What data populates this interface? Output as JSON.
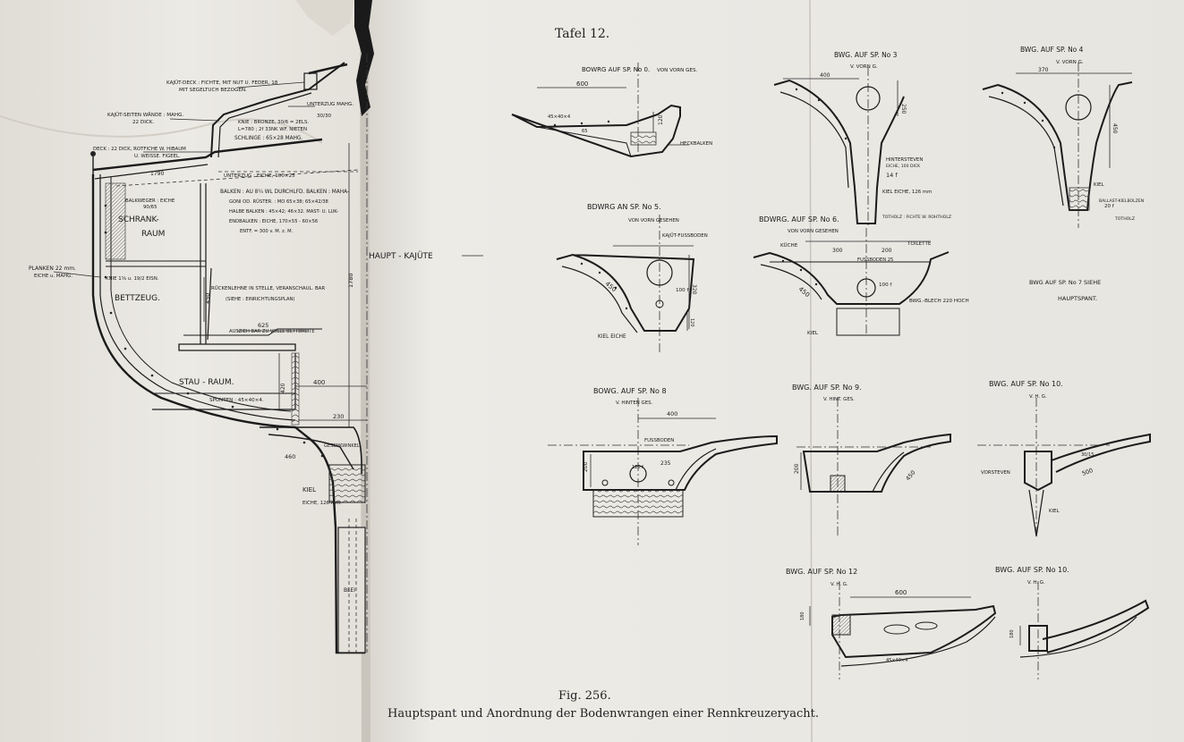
{
  "plate_title": "Tafel 12.",
  "figure": {
    "number": "Fig. 256.",
    "caption": "Hauptspant und Anordnung der Bodenwrangen einer Rennkreuzeryacht."
  },
  "main_section": {
    "labels": {
      "kajuet_deck": "KAJÜT-DECK : FICHTE, MIT NUT U. FEDER, 18",
      "kajuet_deck2": "MIT SEGELTUCH BEZOGEN.",
      "kajuet_seitenwaende": "KAJÜT-SEITEN WÄNDE : MAHG.",
      "kajuet_seitenwaende2": "22 DICK.",
      "unterzug_mahg": "UNTERZUG MAHG.",
      "unterzug_mahg2": "30/30",
      "knie": "KNIE : BRONZE, 30/6 = 2ELS.",
      "knie2": "L=780 ; 2f 33NK WF. NIETEN",
      "schlinge": "SCHLINGE : 65×28 MAHG.",
      "deck": "DECK : 22 DICK, ROTFICHE W. HIBAUM",
      "deck2": "U. WEISSE. FIGEEL.",
      "unterzug_eiche": "UNTERZUG : EICHE, 100×25",
      "balken": "BALKEN : AU 8¼ WL DURCHLFD. BALKEN : MAHA-",
      "balken2": "GONI OD. RÜSTER. : MO 65×38; 65×42/38",
      "balken3": "HALBE BALKEN : 45×42; 46×32. MAST- U. LUK-",
      "balken4": "ENDBALKEN : EICHE, 170×55 - 60×56",
      "balken5": "ENTF. = 300 v. M. z. M.",
      "balkweger": "BALKWEGER : EICHE",
      "balkweger2": "90/65",
      "schrank": "SCHRANK-",
      "raum": "RAUM",
      "kniess": "KNIE 1⅝ u. 19/2 EISN.",
      "bettzeug": "BETTZEUG.",
      "planken": "PLANKEN 22 mm.",
      "planken2": "EICHE u. MAHG.",
      "rueckenlehne": "RÜCKENLEHNE IN STELLE, VERANSCHAUL. BAR",
      "rueckenlehne2": "(SIEHE : EINRICHTUNGSPLAN)",
      "ausziehbar": "AUSZIEH BAR ZU VOLLE BETTBREITE",
      "stau_raum": "STAU - RAUM.",
      "spunten": "SPUNTEN : 45×40×4.",
      "haupt_kajuete": "HAUPT - KAJÜTE",
      "kiel": "KIEL",
      "kiel2": "EICHE, 126 mm.",
      "blei": "BLEI",
      "gesenkwinkel": "GESENKWINKEL",
      "d1780": "1780",
      "d625": "625",
      "d450": "450",
      "d400": "400",
      "d420": "420",
      "d230": "230",
      "d460": "460",
      "d1790": "1790"
    }
  },
  "details": [
    {
      "id": "sp0",
      "title": "BOWRG AUF SP. No 0.",
      "sub": "VON VORN GES.",
      "dims": [
        "600",
        "120",
        "45×40×4",
        "65"
      ],
      "notes": [
        "HECKBALKEN"
      ]
    },
    {
      "id": "sp3",
      "title": "BWG. AUF SP. No 3",
      "sub": "V. VORN G.",
      "dims": [
        "400",
        "250",
        "14 f"
      ],
      "notes": [
        "HINTERSTEVEN",
        "EICHE, 100 DICK",
        "KIEL EICHE, 126 mm",
        "TOTHOLZ : FICHTE W. ROHTHOLZ"
      ]
    },
    {
      "id": "sp4",
      "title": "BWG. AUF SP. No 4",
      "sub": "V. VORN G.",
      "dims": [
        "370",
        "450",
        "20 f"
      ],
      "notes": [
        "KIEL",
        "BALLAST-KIELBOLZEN",
        "TOTHOLZ"
      ]
    },
    {
      "id": "sp5",
      "title": "BDWRG AN SP. No 5.",
      "sub": "VON VORN GESEHEN",
      "dims": [
        "450",
        "320",
        "120",
        "100 f"
      ],
      "notes": [
        "KAJÜT-FUSSBODEN",
        "KIEL EICHE"
      ]
    },
    {
      "id": "sp6",
      "title": "BDWRG. AUF SP. No 6.",
      "sub": "VON VORN GESEHEN",
      "dims": [
        "300",
        "200",
        "450",
        "100 f"
      ],
      "notes": [
        "KÜCHE",
        "TOILETTE",
        "FUSSBODEN 25",
        "BWG.-BLECH 220 HOCH",
        "KIEL"
      ]
    },
    {
      "id": "sp7",
      "title": "BWG AUF SP. No 7 SIEHE",
      "sub": "HAUPTSPANT."
    },
    {
      "id": "sp8",
      "title": "BOWG. AUF SP. No 8",
      "sub": "V. HINTEN GES.",
      "dims": [
        "400",
        "200",
        "235",
        "120 f"
      ],
      "notes": [
        "FUSSBODEN"
      ]
    },
    {
      "id": "sp9",
      "title": "BWG. AUF SP. No 9.",
      "sub": "V. HINT. GES.",
      "dims": [
        "200",
        "450"
      ],
      "notes": []
    },
    {
      "id": "sp10a",
      "title": "BWG. AUF SP. No 10.",
      "sub": "V. H. G.",
      "dims": [
        "500",
        "30/15"
      ],
      "notes": [
        "VORSTEVEN",
        "KIEL"
      ]
    },
    {
      "id": "sp12",
      "title": "BWG. AUF SP. No 12",
      "sub": "V. H. G.",
      "dims": [
        "600",
        "180",
        "45×40×4"
      ],
      "notes": []
    },
    {
      "id": "sp10b",
      "title": "BWG. AUF SP. No 10.",
      "sub": "V. H. G.",
      "dims": [
        "180"
      ],
      "notes": []
    }
  ]
}
